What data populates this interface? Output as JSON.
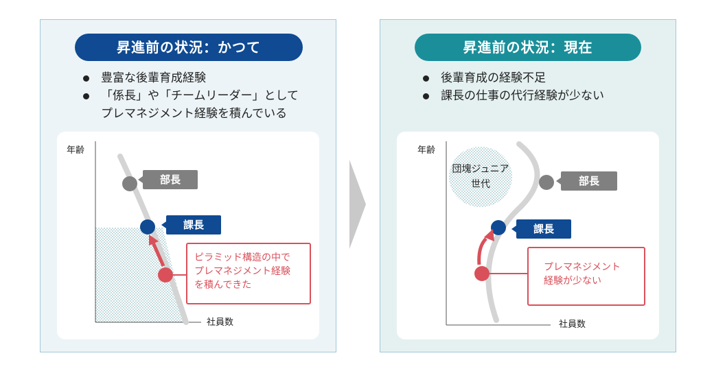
{
  "left": {
    "title": "昇進前の状況：かつて",
    "bullets": [
      "豊富な後輩育成経験",
      "「係長」や「チームリーダー」として\nプレマネジメント経験を積んでいる"
    ],
    "chart": {
      "y_label": "年齢",
      "x_label": "社員数",
      "tag_top": "部長",
      "tag_mid": "課長",
      "callout": "ピラミッド構造の中で\nプレマネジメント経験\nを積んできた"
    }
  },
  "right": {
    "title": "昇進前の状況：現在",
    "bullets": [
      "後輩育成の経験不足",
      "課長の仕事の代行経験が少ない"
    ],
    "chart": {
      "y_label": "年齢",
      "x_label": "社員数",
      "cloud": "団塊ジュニア\n世代",
      "tag_top": "部長",
      "tag_mid": "課長",
      "callout": "プレマネジメント\n経験が少ない"
    }
  },
  "colors": {
    "navy": "#0f4a92",
    "teal": "#1a8f9a",
    "red": "#d9505a",
    "gray": "#808080"
  }
}
